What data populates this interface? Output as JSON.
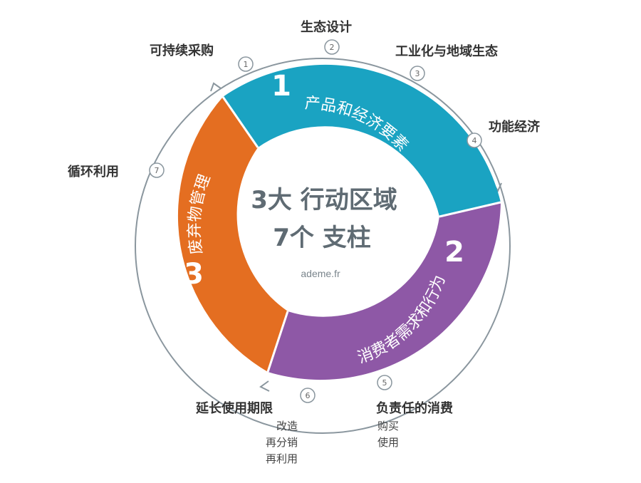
{
  "center": {
    "line1": "3大 行动区域",
    "line2": "7个 支柱",
    "source": "ademe.fr"
  },
  "colors": {
    "pillar1": "#1aa3c2",
    "pillar2": "#8e58a6",
    "pillar3": "#e46e21",
    "outer_ring": "#8a969e"
  },
  "pillars": [
    {
      "number": "1",
      "label": "产品和经济要素"
    },
    {
      "number": "2",
      "label": "消费者需求和行为"
    },
    {
      "number": "3",
      "label": "废弃物管理"
    }
  ],
  "stages": [
    {
      "number": "1",
      "label": "可持续采购"
    },
    {
      "number": "2",
      "label": "生态设计"
    },
    {
      "number": "3",
      "label": "工业化与地域生态"
    },
    {
      "number": "4",
      "label": "功能经济"
    },
    {
      "number": "5",
      "label": "负责任的消费",
      "sub": [
        "购买",
        "使用"
      ]
    },
    {
      "number": "6",
      "label": "延长使用期限",
      "sub": [
        "改造",
        "再分销",
        "再利用"
      ]
    },
    {
      "number": "7",
      "label": "循环利用"
    }
  ]
}
